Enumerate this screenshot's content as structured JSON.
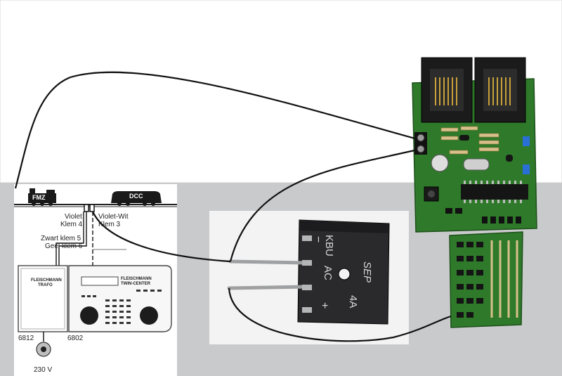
{
  "layout_labels": {
    "loco_fmz": "FMZ",
    "loco_dcc": "DCC",
    "violet": "Violet",
    "klem4": "Klem 4",
    "violet_wit": "Violet-Wit",
    "klem3": "Klem 3",
    "zwart_klem5": "Zwart klem 5",
    "geel_klem6": "Geel klem 6",
    "trafo_brand": "FLEISCHMANN",
    "trafo_sub": "TRAFO",
    "twin_brand": "FLEISCHMANN",
    "twin_sub": "TWIN-CENTER",
    "trafo_number": "6812",
    "twin_number": "6802",
    "mains_voltage": "230 V"
  },
  "rectifier": {
    "brand": "SEP",
    "model": "KBU",
    "current": "4A",
    "ac": "AC",
    "minus": "−",
    "plus": "+"
  },
  "colors": {
    "wire": "#111111",
    "pcb_green": "#2f7a2a",
    "gray_background": "#c8c9cb",
    "rectifier_body": "#2a2a2c"
  }
}
